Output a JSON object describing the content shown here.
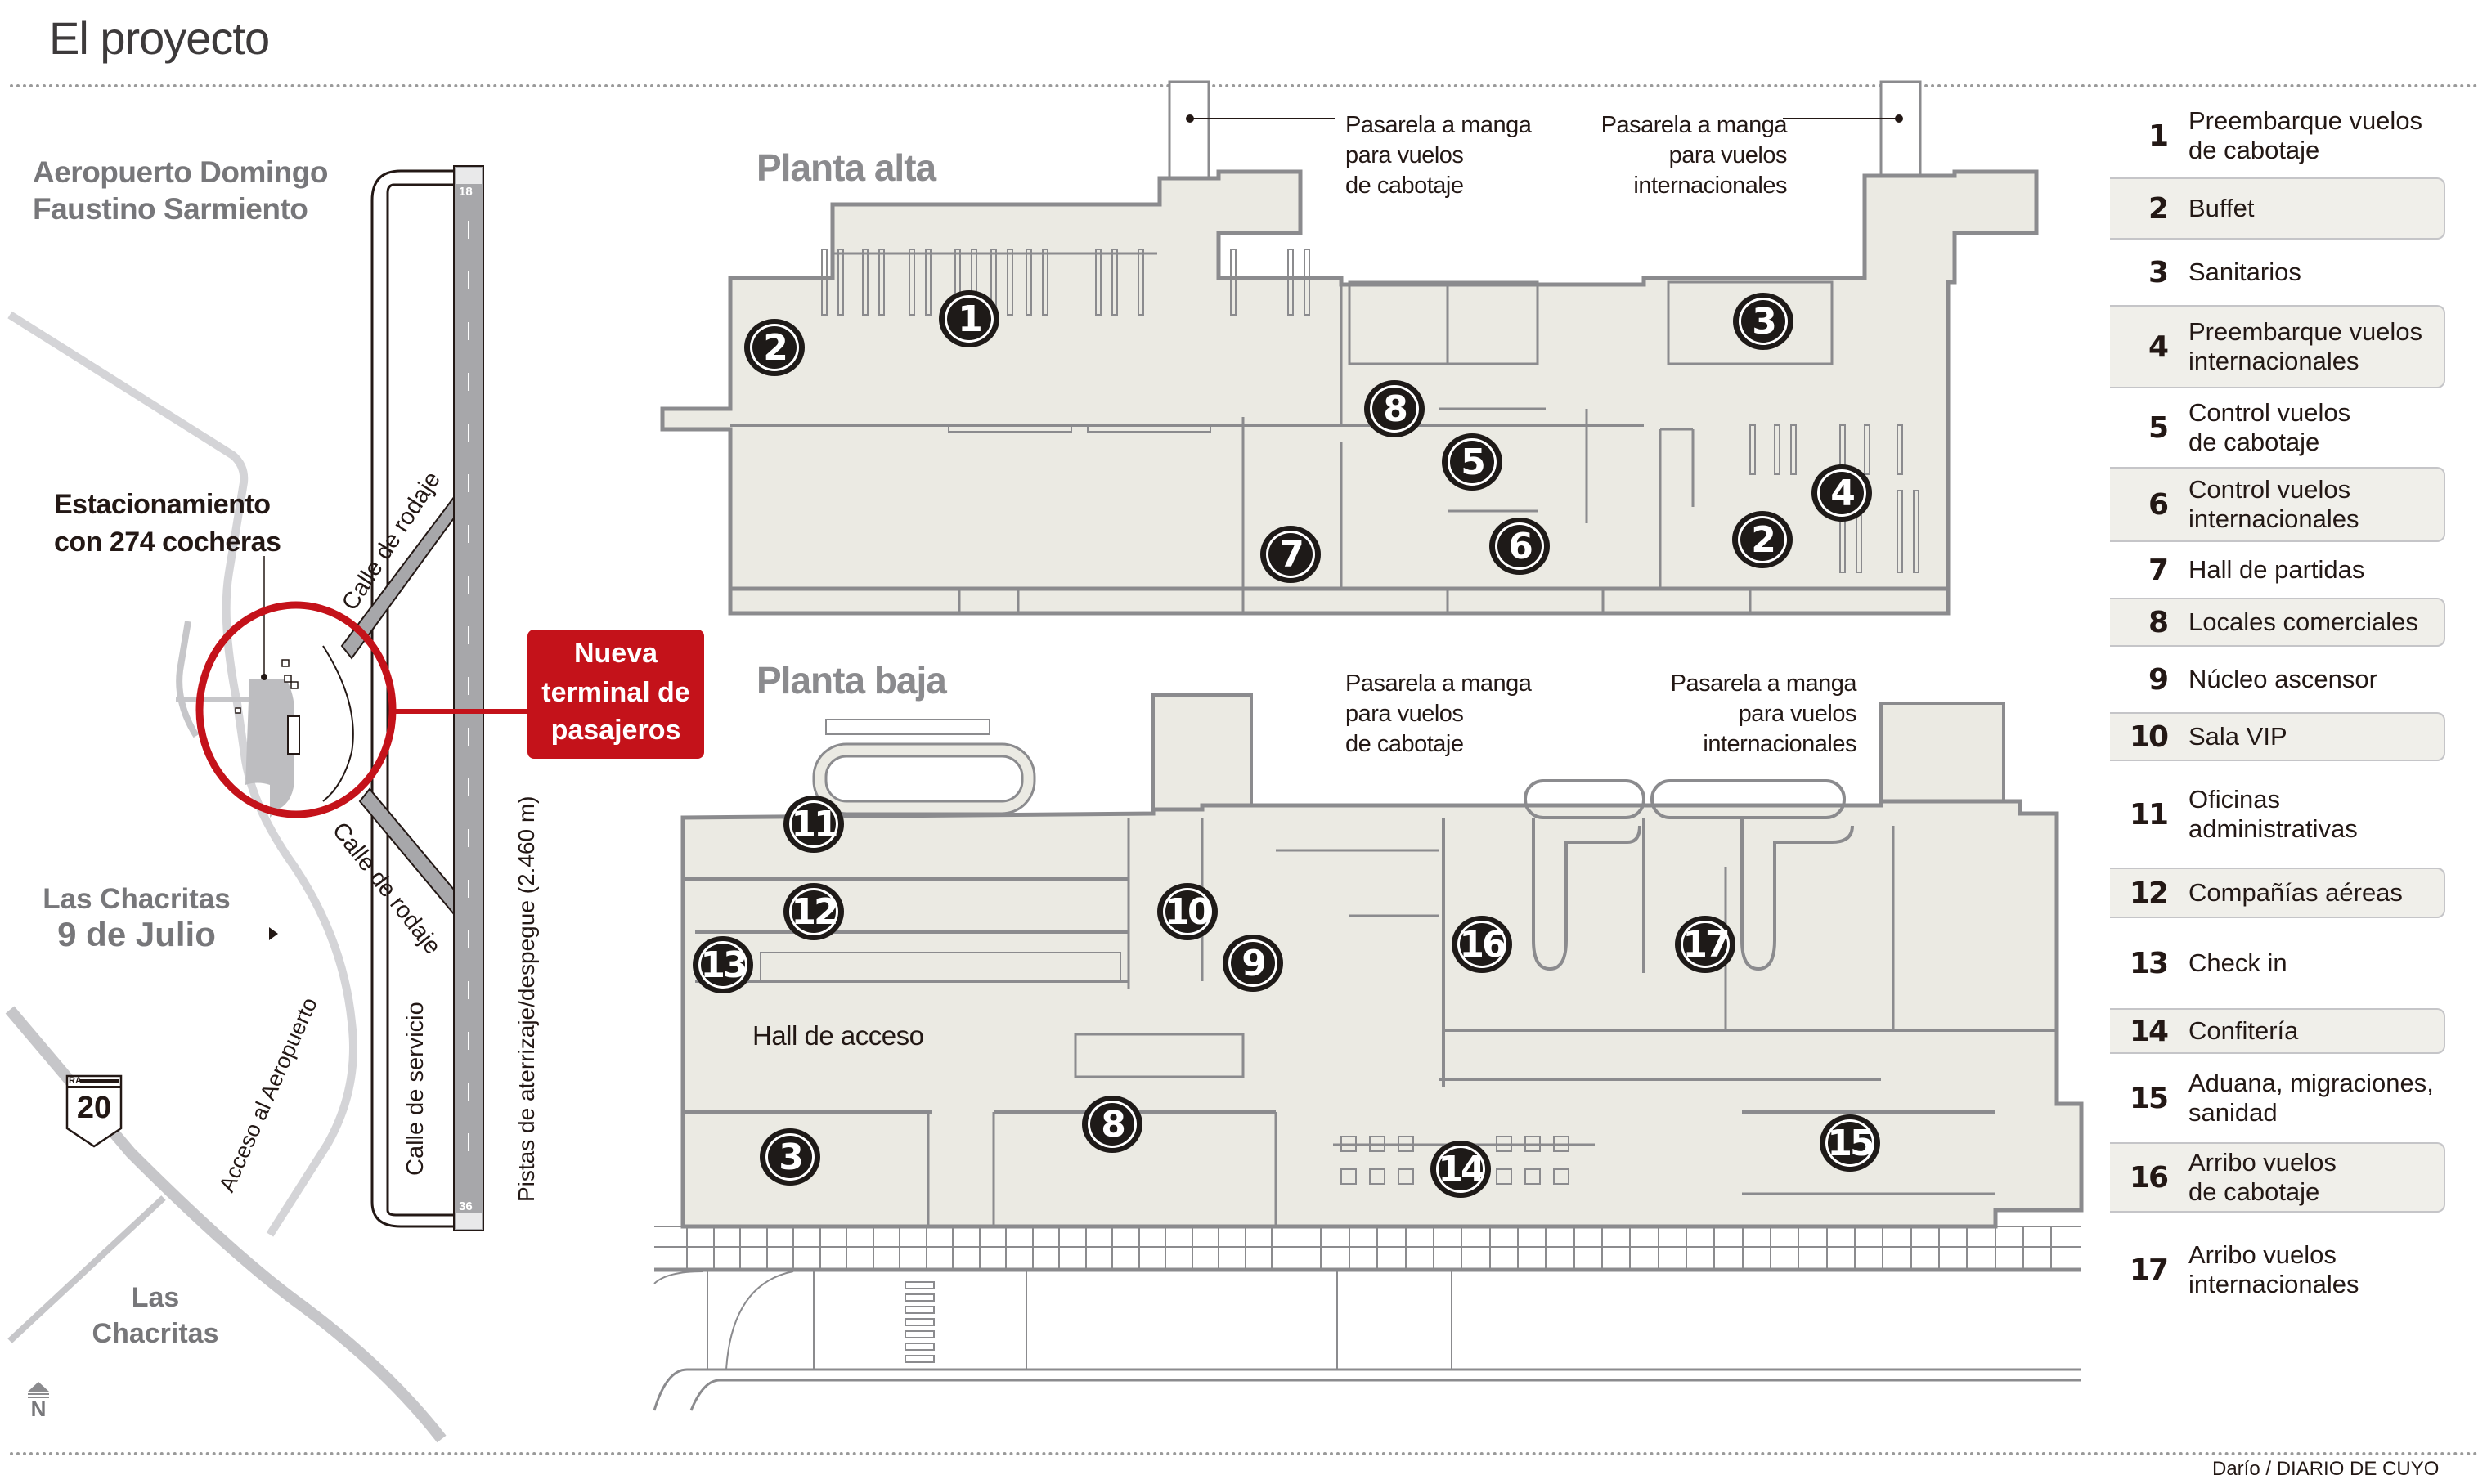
{
  "page": {
    "title": "El proyecto",
    "credit": "Darío / DIARIO DE CUYO"
  },
  "site_map": {
    "airport_name_line1": "Aeropuerto Domingo",
    "airport_name_line2": "Faustino Sarmiento",
    "parking_line1": "Estacionamiento",
    "parking_line2": "con 274 cocheras",
    "locality1_line1": "Las Chacritas",
    "locality1_line2": "9 de Julio",
    "locality2_line1": "Las",
    "locality2_line2": "Chacritas",
    "taxiway_upper": "Calle de rodaje",
    "taxiway_lower": "Calle de rodaje",
    "service_road": "Calle de servicio",
    "runway_label": "Pistas de aterrizaje/despegue (2.460 m)",
    "runway_heading_north": "18",
    "runway_heading_south": "36",
    "access_road": "Acceso al Aeropuerto",
    "route_prefix": "RA",
    "route_number": "20",
    "compass": "N",
    "callout_line1": "Nueva",
    "callout_line2": "terminal de",
    "callout_line3": "pasajeros",
    "colors": {
      "accent_red": "#c4121a",
      "road_gray": "#c6c6c9",
      "runway_gray": "#a7a7aa"
    }
  },
  "upper_floor": {
    "title": "Planta alta",
    "gate_note_domestic": [
      "Pasarela a manga",
      "para vuelos",
      "de cabotaje"
    ],
    "gate_note_international": [
      "Pasarela a manga",
      "para vuelos",
      "internacionales"
    ],
    "markers": [
      "1",
      "2",
      "3",
      "8",
      "5",
      "4",
      "7",
      "6",
      "2"
    ]
  },
  "ground_floor": {
    "title": "Planta baja",
    "hall_label": "Hall de acceso",
    "gate_note_domestic": [
      "Pasarela a manga",
      "para vuelos",
      "de cabotaje"
    ],
    "gate_note_international": [
      "Pasarela a manga",
      "para vuelos",
      "internacionales"
    ],
    "markers": [
      "11",
      "12",
      "10",
      "13",
      "9",
      "16",
      "17",
      "8",
      "3",
      "15",
      "14"
    ]
  },
  "legend": [
    {
      "num": "1",
      "label": [
        "Preembarque vuelos",
        "de cabotaje"
      ],
      "shaded": false
    },
    {
      "num": "2",
      "label": [
        "Buffet"
      ],
      "shaded": true
    },
    {
      "num": "3",
      "label": [
        "Sanitarios"
      ],
      "shaded": false
    },
    {
      "num": "4",
      "label": [
        "Preembarque vuelos",
        "internacionales"
      ],
      "shaded": true
    },
    {
      "num": "5",
      "label": [
        "Control vuelos",
        "de cabotaje"
      ],
      "shaded": false
    },
    {
      "num": "6",
      "label": [
        "Control vuelos",
        "internacionales"
      ],
      "shaded": true
    },
    {
      "num": "7",
      "label": [
        "Hall de partidas"
      ],
      "shaded": false
    },
    {
      "num": "8",
      "label": [
        "Locales comerciales"
      ],
      "shaded": true
    },
    {
      "num": "9",
      "label": [
        "Núcleo ascensor"
      ],
      "shaded": false
    },
    {
      "num": "10",
      "label": [
        "Sala VIP"
      ],
      "shaded": true
    },
    {
      "num": "11",
      "label": [
        "Oficinas",
        "administrativas"
      ],
      "shaded": false
    },
    {
      "num": "12",
      "label": [
        "Compañías aéreas"
      ],
      "shaded": true
    },
    {
      "num": "13",
      "label": [
        "Check in"
      ],
      "shaded": false
    },
    {
      "num": "14",
      "label": [
        "Confitería"
      ],
      "shaded": true
    },
    {
      "num": "15",
      "label": [
        "Aduana, migraciones,",
        "sanidad"
      ],
      "shaded": false
    },
    {
      "num": "16",
      "label": [
        "Arribo vuelos",
        "de cabotaje"
      ],
      "shaded": true
    },
    {
      "num": "17",
      "label": [
        "Arribo vuelos",
        "internacionales"
      ],
      "shaded": false
    }
  ]
}
